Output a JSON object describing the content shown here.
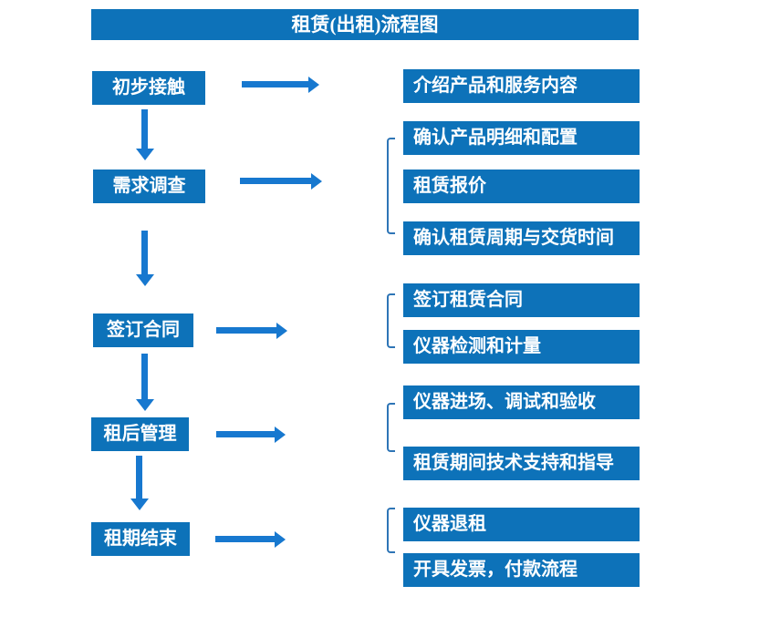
{
  "title": "租赁(出租)流程图",
  "colors": {
    "background": "#ffffff",
    "box_blue": "#0d72b9",
    "arrow_blue": "#1778cf",
    "bracket_blue": "#2e75b6",
    "text_white": "#ffffff"
  },
  "chart_data": {
    "type": "table",
    "title": "租赁(出租)流程图",
    "categories": [
      "初步接触",
      "需求调查",
      "签订合同",
      "租后管理",
      "租期结束"
    ],
    "values": [
      1,
      3,
      2,
      2,
      2
    ]
  },
  "steps": [
    {
      "label": "初步接触",
      "details": [
        "介绍产品和服务内容"
      ]
    },
    {
      "label": "需求调查",
      "details": [
        "确认产品明细和配置",
        "租赁报价",
        "确认租赁周期与交货时间"
      ]
    },
    {
      "label": "签订合同",
      "details": [
        "签订租赁合同",
        "仪器检测和计量"
      ]
    },
    {
      "label": "租后管理",
      "details": [
        "仪器进场、调试和验收",
        "租赁期间技术支持和指导"
      ]
    },
    {
      "label": "租期结束",
      "details": [
        "仪器退租",
        "开具发票，付款流程"
      ]
    }
  ]
}
